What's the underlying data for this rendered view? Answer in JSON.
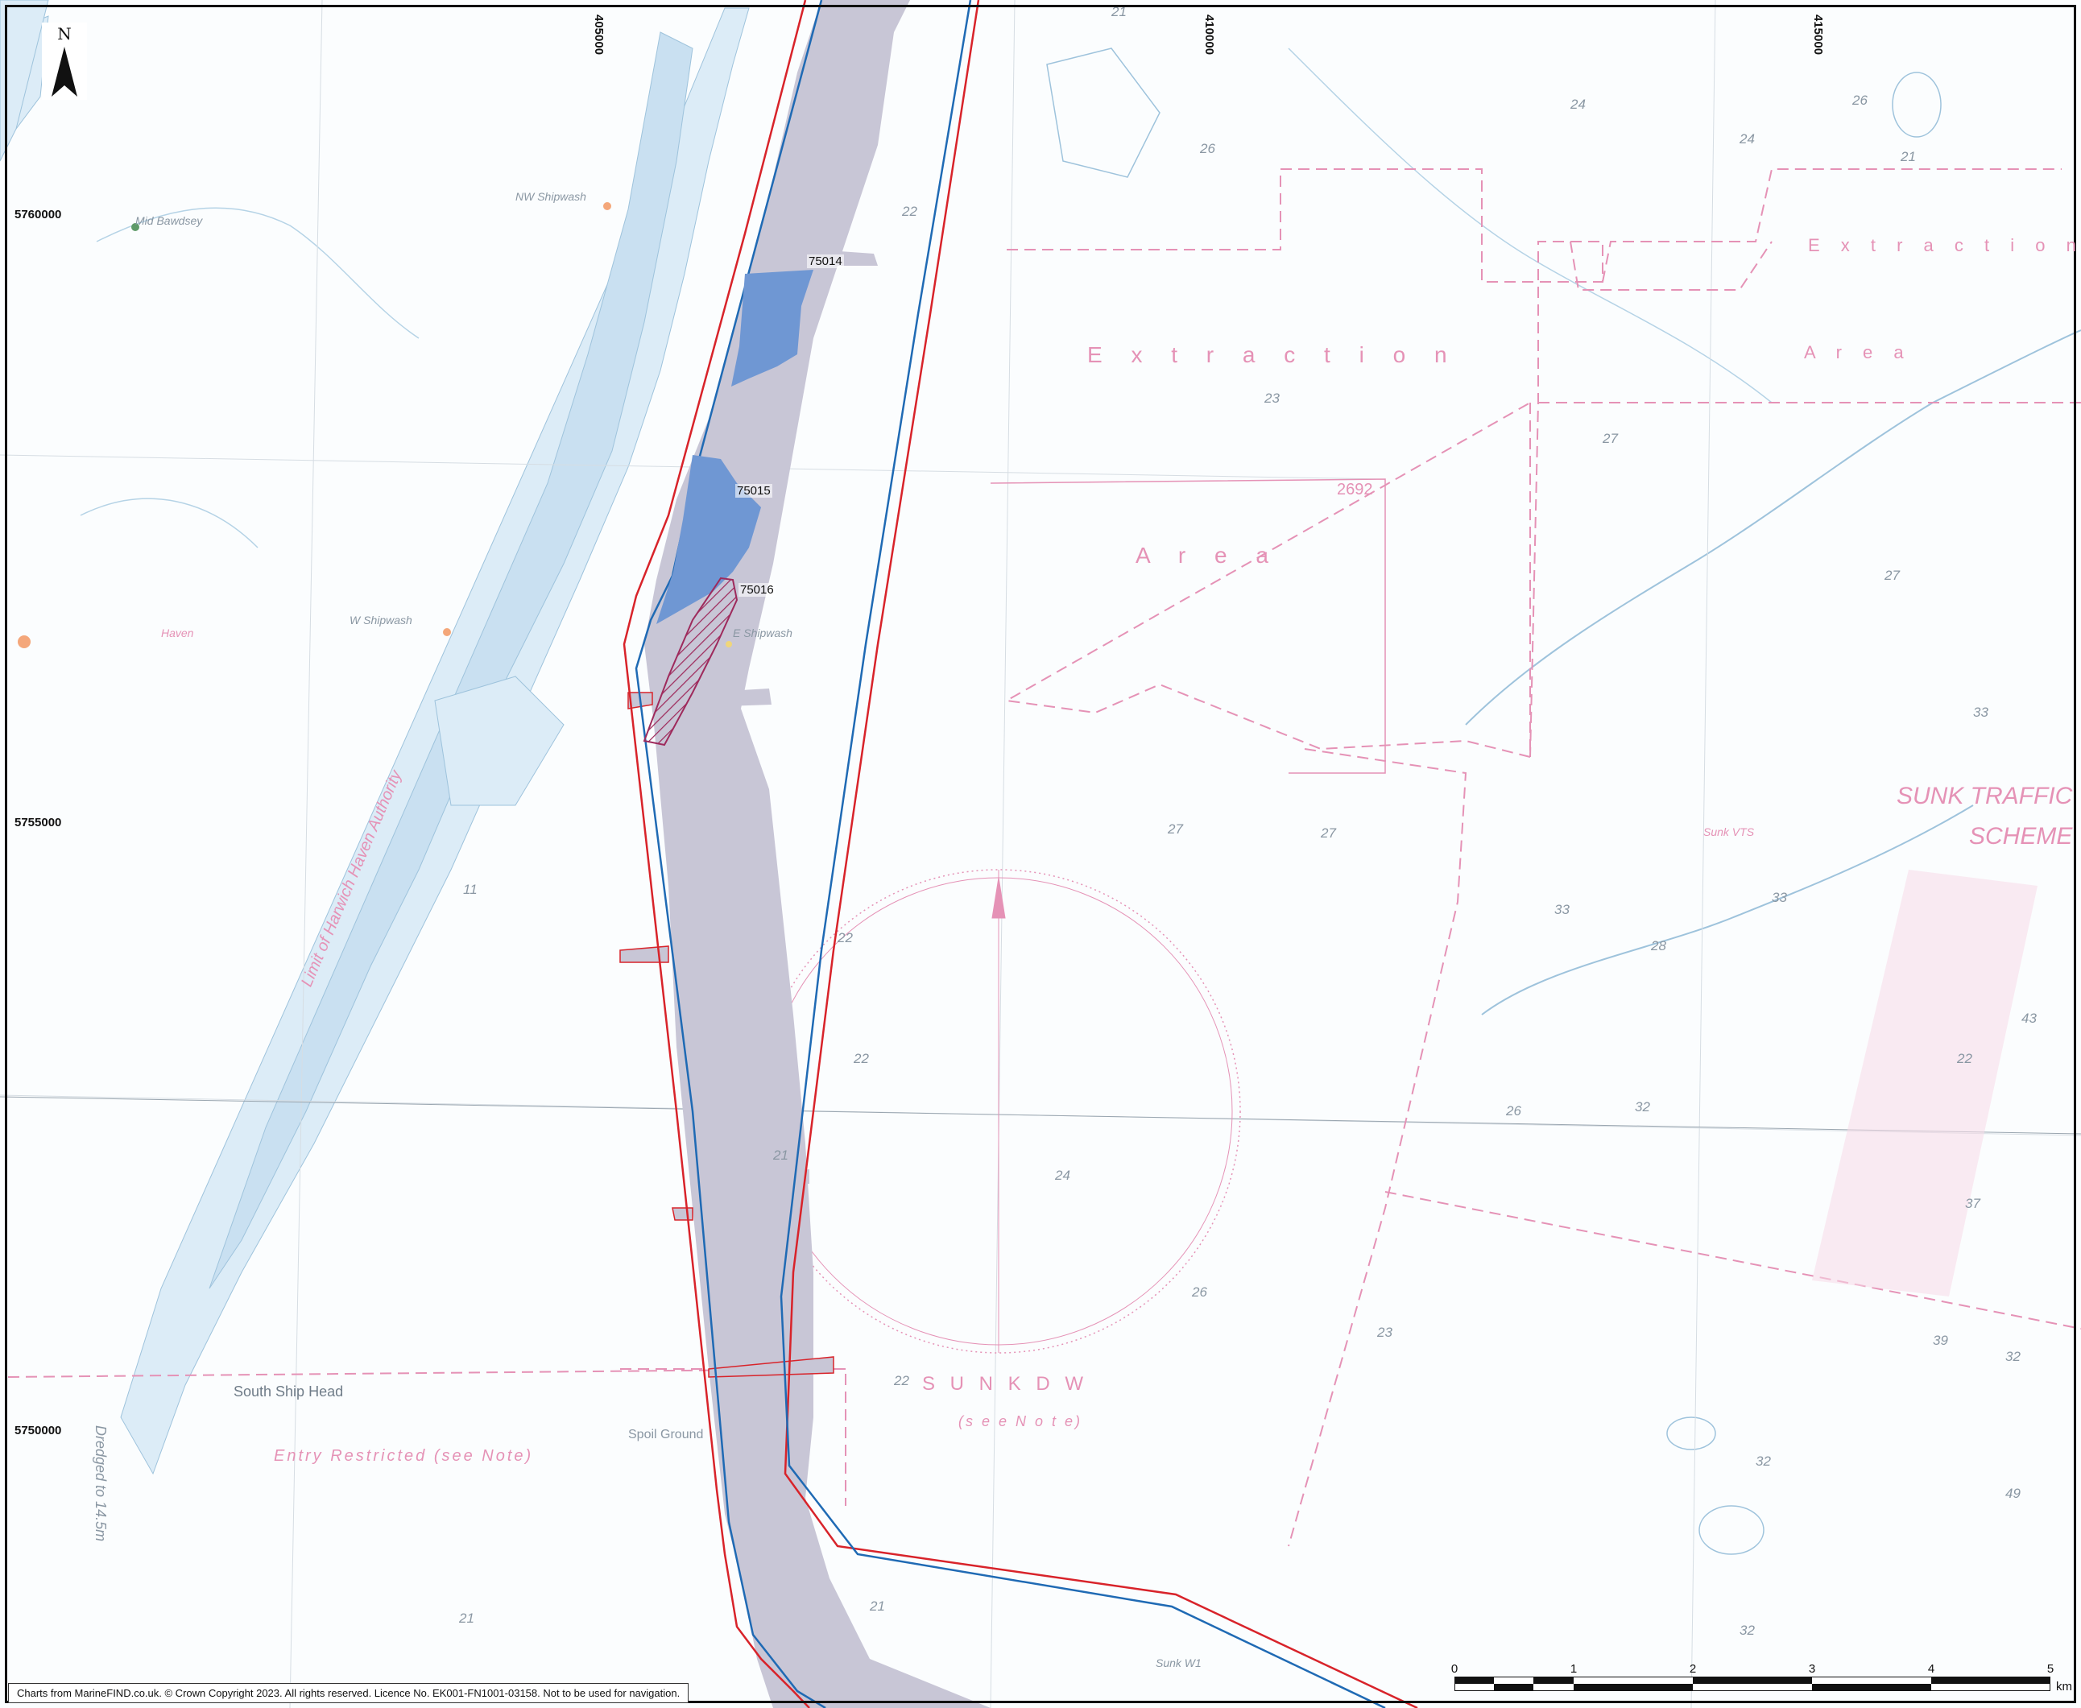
{
  "compass": {
    "label": "N"
  },
  "grid": {
    "eastings": [
      "405000",
      "410000",
      "415000"
    ],
    "northings": [
      "5760000",
      "5755000",
      "5750000"
    ]
  },
  "areas": [
    {
      "id": "75014",
      "label": "75014"
    },
    {
      "id": "75015",
      "label": "75015"
    },
    {
      "id": "75016",
      "label": "75016"
    }
  ],
  "chart_labels": {
    "extraction_1": "E x t r a c t i o n",
    "extraction_2": "E x t r a c t i o n",
    "area_1": "A r e a",
    "area_2": "A r e a",
    "sunk_traffic": "SUNK TRAFFIC",
    "scheme": "SCHEME",
    "sunk_dw": "S U N K   D W",
    "see_note": "(s e e   N o t e)",
    "entry_restricted": "Entry Restricted (see Note)",
    "limit_harwich": "Limit of Harwich Haven Authority",
    "south_ship_head": "South Ship Head",
    "spoil_ground": "Spoil Ground",
    "dredged": "Dredged to 14.5m",
    "mid_bawdsey": "Mid Bawdsey",
    "nw_shipwash": "NW Shipwash",
    "w_shipwash": "W Shipwash",
    "e_shipwash": "E Shipwash",
    "sunk_vts": "Sunk VTS",
    "sunk_w1": "Sunk W1",
    "area_2692": "2692",
    "haven": "Haven"
  },
  "scale": {
    "ticks": [
      "0",
      "1",
      "2",
      "3",
      "4",
      "5"
    ],
    "unit": "km"
  },
  "footer": {
    "text": "Charts from MarineFIND.co.uk. © Crown Copyright 2023. All rights reserved. Licence No. EK001-FN1001-03158. Not to be used for navigation."
  },
  "colors": {
    "channel": "#c8c6d6",
    "area_fill": "#6f97d3",
    "hatch": "#9e2a5c",
    "boundary_red": "#d8232a",
    "boundary_blue": "#1f6ab4",
    "shoal": "#dcecf7",
    "contour": "#9ec3dc",
    "chart_pink": "#e592b6"
  }
}
